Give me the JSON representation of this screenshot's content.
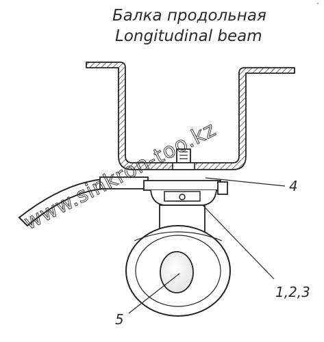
{
  "title": {
    "ru": "Балка продольная",
    "en": "Longitudinal beam"
  },
  "callouts": {
    "part_4": "4",
    "parts_1_2_3": "1,2,3",
    "part_5": "5"
  },
  "watermark": "www.sinkron-too.kz",
  "corner_mark": "-"
}
